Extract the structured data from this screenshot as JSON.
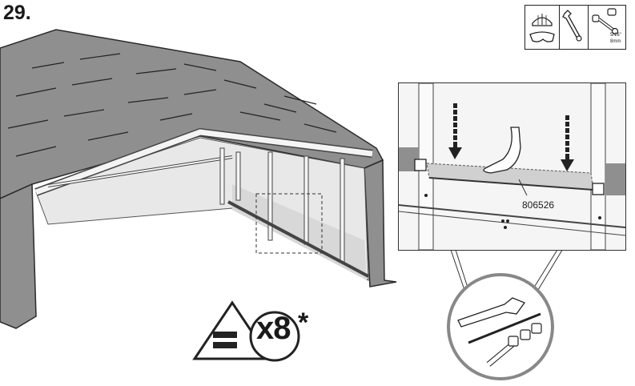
{
  "step": {
    "number": "29."
  },
  "tools": {
    "items": [
      {
        "name": "safety-gear"
      },
      {
        "name": "adjustable-wrench"
      },
      {
        "name": "socket-wrench",
        "size_imperial": "5/16\"",
        "size_metric": "8mm"
      }
    ]
  },
  "detail": {
    "part_number": "806526"
  },
  "quantity": {
    "symbol": "=",
    "text": "x8",
    "note": "*"
  }
}
